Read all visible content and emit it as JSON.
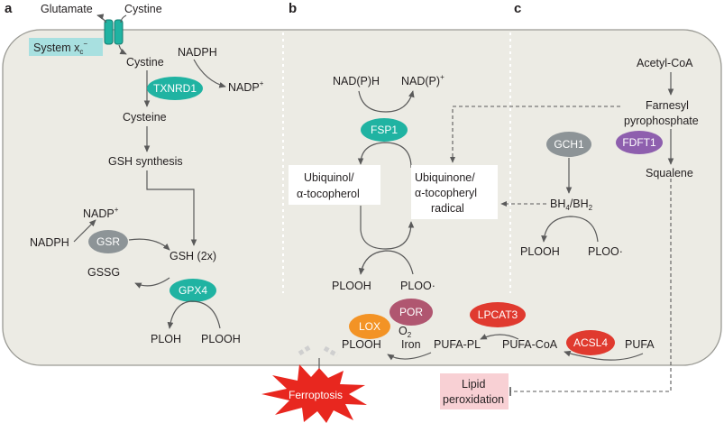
{
  "panels": {
    "a": "a",
    "b": "b",
    "c": "c"
  },
  "colors": {
    "cell_fill": "#ecebe4",
    "teal": "#20b3a2",
    "grey": "#8d9497",
    "purple": "#8e5fae",
    "red": "#e03a2f",
    "orange": "#f39325",
    "mauve": "#b05670",
    "pink_box": "#f8d0d4",
    "cyan_box": "#a8e0e0"
  },
  "panel_a": {
    "glutamate": "Glutamate",
    "cystine_out": "Cystine",
    "system_xc": "System x",
    "system_xc_sub": "c",
    "system_xc_sup": "−",
    "cystine_in": "Cystine",
    "nadph_top": "NADPH",
    "txnrd1": "TXNRD1",
    "nadp_top": "NADP",
    "nadp_top_sup": "+",
    "cysteine": "Cysteine",
    "gsh_synthesis": "GSH synthesis",
    "nadp_left": "NADP",
    "nadp_left_sup": "+",
    "nadph_left": "NADPH",
    "gsr": "GSR",
    "gsh2x": "GSH (2x)",
    "gssg": "GSSG",
    "gpx4": "GPX4",
    "ploh": "PLOH",
    "plooh": "PLOOH"
  },
  "panel_b": {
    "nadph": "NAD(P)H",
    "nadp": "NAD(P)",
    "nadp_sup": "+",
    "fsp1": "FSP1",
    "ubiquinol_1": "Ubiquinol/",
    "ubiquinol_2": "α-tocopherol",
    "ubiquinone_1": "Ubiquinone/",
    "ubiquinone_2": "α-tocopheryl",
    "ubiquinone_3": "radical",
    "plooh": "PLOOH",
    "ploo": "PLOO·"
  },
  "panel_c": {
    "acetyl_coa": "Acetyl-CoA",
    "farnesyl_1": "Farnesyl",
    "farnesyl_2": "pyrophosphate",
    "gch1": "GCH1",
    "fdft1": "FDFT1",
    "squalene": "Squalene",
    "bh4": "BH",
    "bh4_sub": "4",
    "bh2": "/BH",
    "bh2_sub": "2",
    "plooh": "PLOOH",
    "ploo": "PLOO·"
  },
  "bottom": {
    "lox": "LOX",
    "por": "POR",
    "lpcat3": "LPCAT3",
    "acsl4": "ACSL4",
    "plooh": "PLOOH",
    "o2": "O",
    "o2_sub": "2",
    "iron": "Iron",
    "pufa_pl": "PUFA-PL",
    "pufa_coa": "PUFA-CoA",
    "pufa": "PUFA",
    "lipid_1": "Lipid",
    "lipid_2": "peroxidation",
    "ferroptosis": "Ferroptosis"
  }
}
